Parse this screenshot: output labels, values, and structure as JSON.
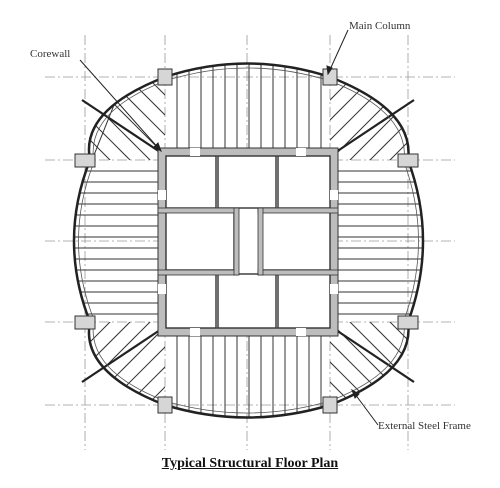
{
  "title": "Typical Structural Floor Plan",
  "labels": {
    "corewall": "Corewall",
    "main_column": "Main Column",
    "external_frame": "External Steel Frame"
  },
  "colors": {
    "line": "#222222",
    "grid": "#999999",
    "core_fill": "#bdbdbd",
    "column_fill": "#d6d6d6"
  }
}
